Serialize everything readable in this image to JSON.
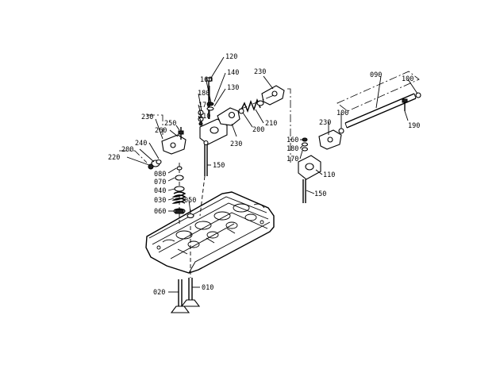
{
  "callouts": {
    "c120": "120",
    "c140": "140",
    "c130": "130",
    "c160a": "160",
    "c180a": "180",
    "c170a": "170",
    "c110a": "110",
    "c230a": "230",
    "c150a": "150",
    "c230b": "230",
    "c210": "210",
    "c200a": "200",
    "c230c": "230",
    "c250": "250",
    "c260": "260",
    "c240": "240",
    "c200b": "200",
    "c220": "220",
    "c080": "080",
    "c070": "070",
    "c040": "040",
    "c030": "030",
    "c060": "060",
    "c050": "050",
    "c020": "020",
    "c010": "010",
    "c090": "090",
    "c100a": "100",
    "c100b": "100",
    "c190": "190",
    "c230d": "230",
    "c160b": "160",
    "c180b": "180",
    "c170b": "170",
    "c110b": "110",
    "c150b": "150"
  }
}
